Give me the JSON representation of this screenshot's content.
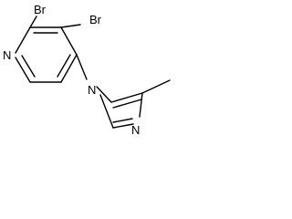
{
  "labels": {
    "br_top": "Br",
    "br_right": "Br",
    "n_pyridine": "N",
    "n_imidazole_1": "N",
    "n_imidazole_3": "N"
  },
  "colors": {
    "bond": "#000000",
    "background": "#ffffff"
  }
}
